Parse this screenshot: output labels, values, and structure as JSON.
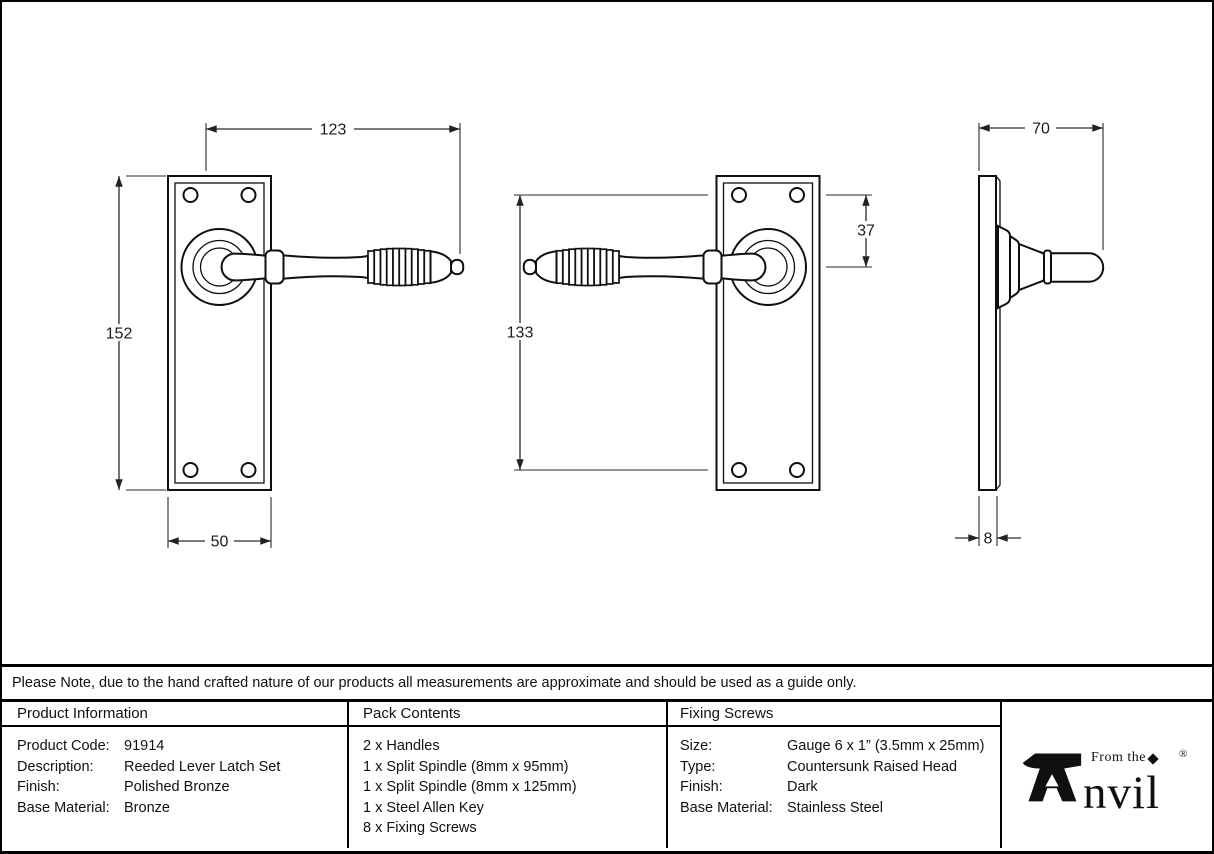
{
  "note": "Please Note, due to the hand crafted nature of our products all measurements are approximate and should be used as a guide only.",
  "drawing": {
    "dims": {
      "lever_length": "123",
      "plate_height": "152",
      "plate_width": "50",
      "screw_centres": "133",
      "top_to_handle": "37",
      "projection": "70",
      "plate_thickness": "8"
    }
  },
  "info": {
    "header": "Product Information",
    "rows": [
      {
        "label": "Product Code:",
        "value": "91914"
      },
      {
        "label": "Description:",
        "value": "Reeded Lever Latch Set"
      },
      {
        "label": "Finish:",
        "value": "Polished Bronze"
      },
      {
        "label": "Base Material:",
        "value": "Bronze"
      }
    ]
  },
  "pack": {
    "header": "Pack Contents",
    "items": [
      "2 x Handles",
      "1 x Split Spindle (8mm x 95mm)",
      "1 x Split Spindle (8mm x 125mm)",
      "1 x Steel Allen Key",
      "8 x Fixing Screws"
    ]
  },
  "screws": {
    "header": "Fixing Screws",
    "rows": [
      {
        "label": "Size:",
        "value": "Gauge 6 x 1” (3.5mm x 25mm)"
      },
      {
        "label": "Type:",
        "value": "Countersunk Raised Head"
      },
      {
        "label": "Finish:",
        "value": "Dark"
      },
      {
        "label": "Base Material:",
        "value": "Stainless Steel"
      }
    ]
  },
  "logo": {
    "from_the": "From the",
    "brand_rest": "nvil",
    "registered": "®"
  },
  "colors": {
    "ink": "#111111",
    "background": "#ffffff"
  }
}
